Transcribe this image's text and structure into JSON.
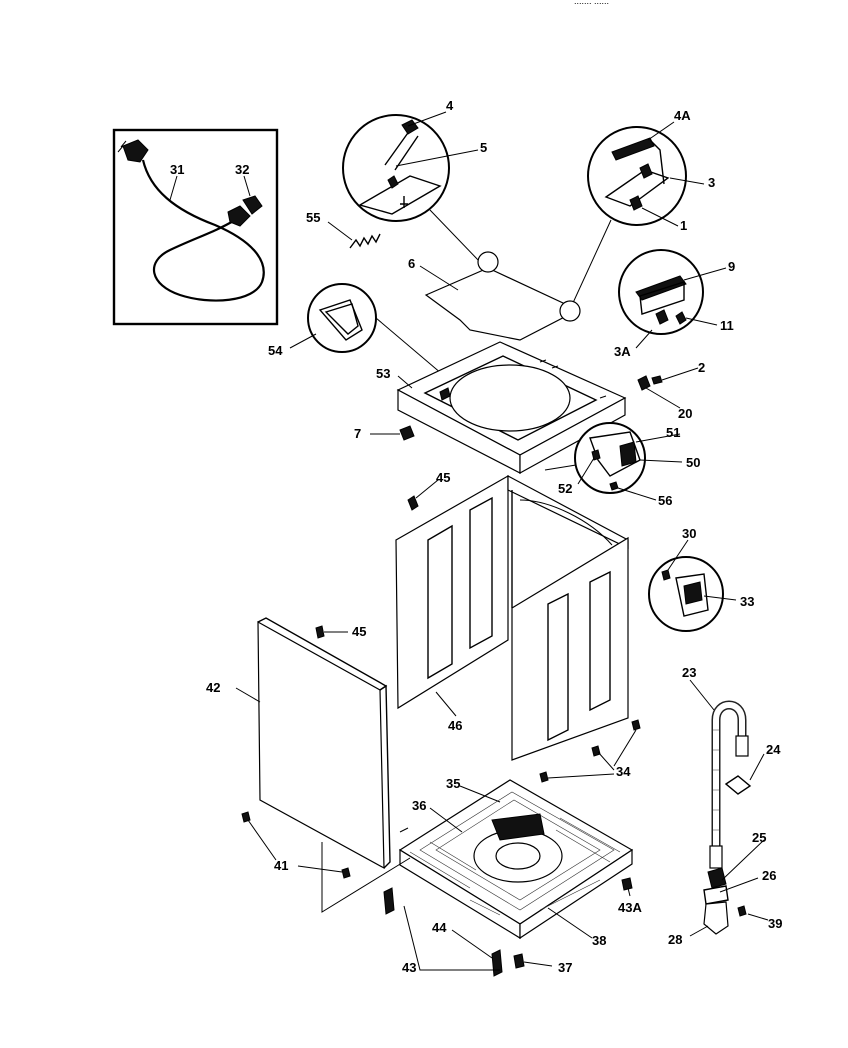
{
  "header_fragment": "....... ......",
  "callouts": {
    "p1": "1",
    "p2": "2",
    "p3": "3",
    "p3A": "3A",
    "p4": "4",
    "p4A": "4A",
    "p5": "5",
    "p6": "6",
    "p7": "7",
    "p9": "9",
    "p11": "11",
    "p20": "20",
    "p23": "23",
    "p24": "24",
    "p25": "25",
    "p26": "26",
    "p28": "28",
    "p30": "30",
    "p31": "31",
    "p32": "32",
    "p33": "33",
    "p34": "34",
    "p35": "35",
    "p36": "36",
    "p37": "37",
    "p38": "38",
    "p39": "39",
    "p41": "41",
    "p42": "42",
    "p43": "43",
    "p43A": "43A",
    "p44": "44",
    "p45a": "45",
    "p45b": "45",
    "p46": "46",
    "p50": "50",
    "p51": "51",
    "p52": "52",
    "p53": "53",
    "p54": "54",
    "p55": "55",
    "p56": "56"
  }
}
